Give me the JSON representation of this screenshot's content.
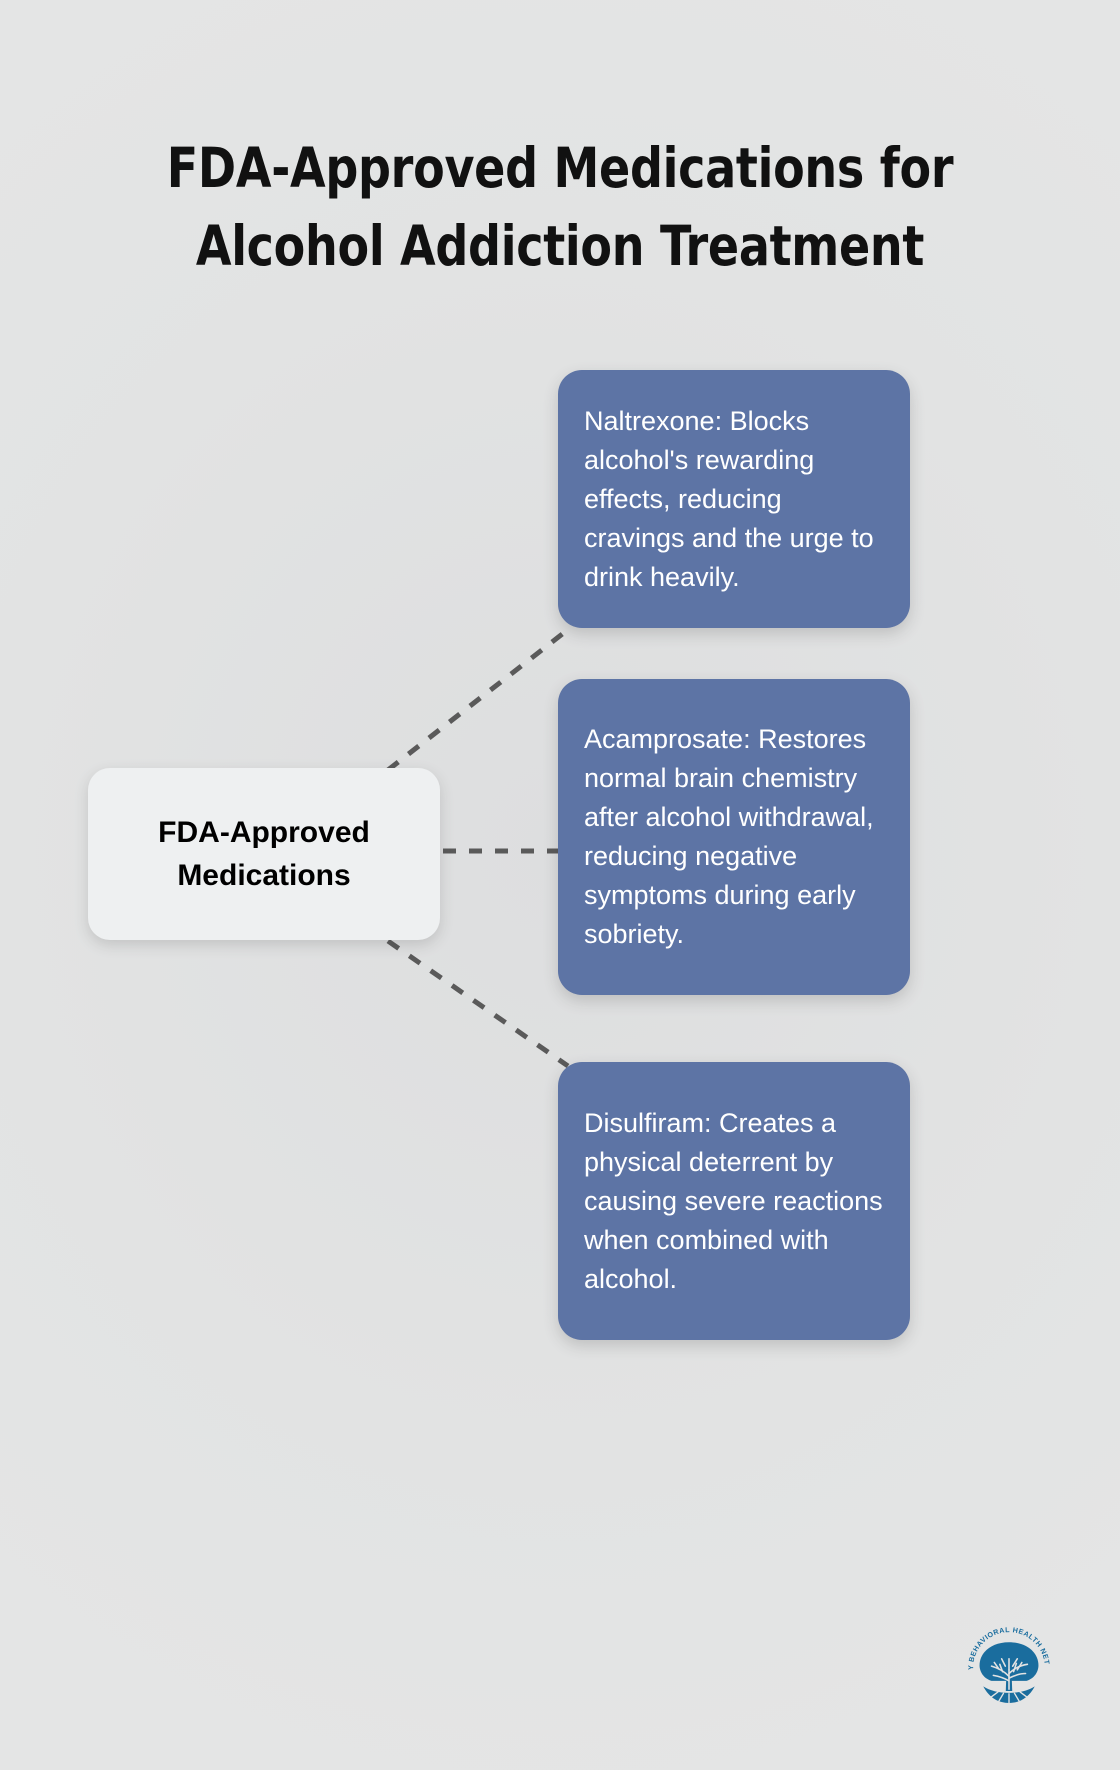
{
  "meta": {
    "background_color": "#e2e3e3",
    "accent_color": "#5d74a5",
    "node_color": "#eef0f1",
    "text_on_accent": "#ffffff",
    "title_color": "#111111",
    "connector_color": "#5a5a5a",
    "logo_color": "#1a6d9e"
  },
  "title": {
    "line1": "FDA-Approved Medications for",
    "line2": "Alcohol Addiction Treatment",
    "full": "FDA-Approved Medications for Alcohol Addiction Treatment"
  },
  "center_node": {
    "label_line1": "FDA-Approved",
    "label_line2": "Medications",
    "label": "FDA-Approved Medications"
  },
  "cards": [
    {
      "id": "naltrexone",
      "term": "Naltrexone",
      "text": "Naltrexone: Blocks alcohol's rewarding effects, reducing cravings and the urge to drink heavily."
    },
    {
      "id": "acamprosate",
      "term": "Acamprosate",
      "text": "Acamprosate: Restores normal brain chemistry after alcohol withdrawal, reducing negative symptoms during early sobriety."
    },
    {
      "id": "disulfiram",
      "term": "Disulfiram",
      "text": "Disulfiram: Creates a physical deterrent by causing severe reactions when combined with alcohol."
    }
  ],
  "logo": {
    "name": "amity-behavioral-health-network-logo",
    "text": "AMITY BEHAVIORAL HEALTH NETWORK",
    "symbol": "tree"
  }
}
